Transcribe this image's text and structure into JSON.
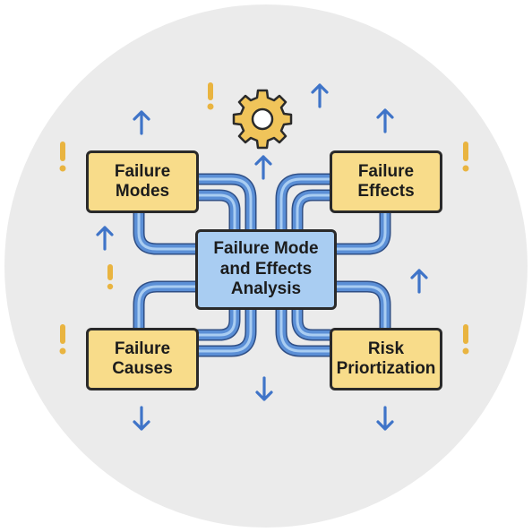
{
  "center": {
    "line1": "Failure Mode",
    "line2": "and Effects",
    "line3": "Analysis"
  },
  "nodes": {
    "modes": {
      "line1": "Failure",
      "line2": "Modes"
    },
    "effects": {
      "line1": "Failure",
      "line2": "Effects"
    },
    "causes": {
      "line1": "Failure",
      "line2": "Causes"
    },
    "risk": {
      "line1": "Risk",
      "line2": "Priortization"
    }
  },
  "colors": {
    "background_circle": "#ebebeb",
    "node_fill": "#f8dc8a",
    "center_fill": "#a9cdf2",
    "pipe": "#5b8fd6",
    "arrow": "#3f74c8",
    "warning": "#e9b440",
    "gear": "#f0c45a",
    "outline": "#2a2a2a"
  },
  "icons": {
    "gear": "gear-icon",
    "warning": "exclamation-icon",
    "arrow_up": "arrow-up-icon",
    "arrow_down": "arrow-down-icon"
  }
}
